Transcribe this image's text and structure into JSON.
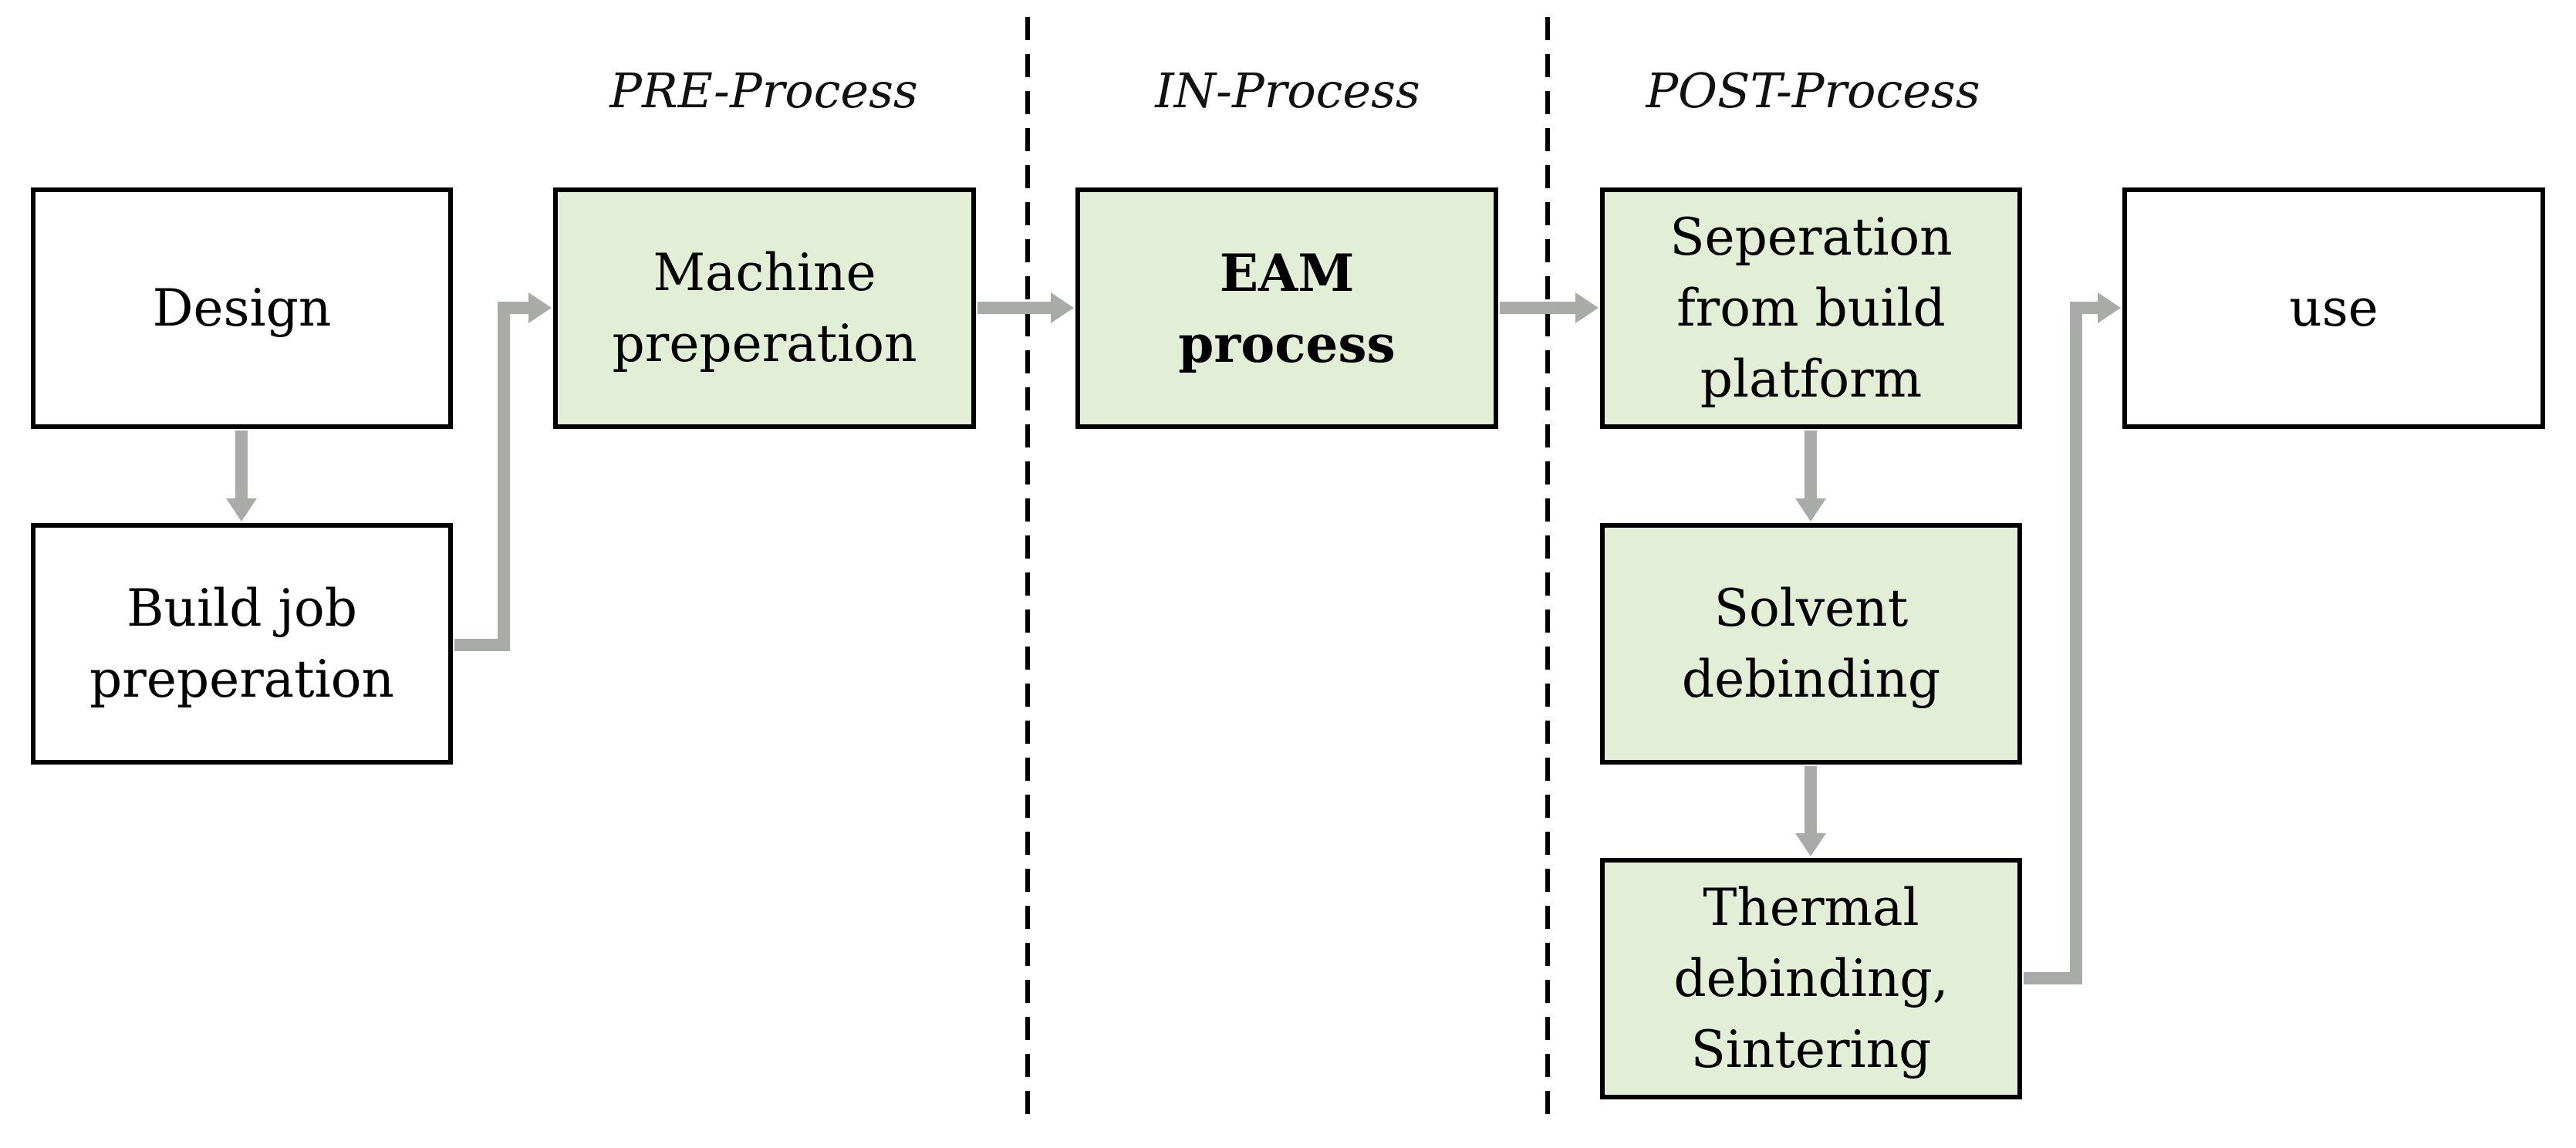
{
  "colors": {
    "border": "#000000",
    "highlight_fill": "#e2eed6",
    "plain_fill": "#ffffff",
    "connector": "#a9aba8",
    "divider": "#000000"
  },
  "phases": {
    "pre": "PRE-Process",
    "in": "IN-Process",
    "post": "POST-Process"
  },
  "nodes": {
    "design": {
      "lines": [
        "Design"
      ],
      "fill": "white"
    },
    "build_job": {
      "lines": [
        "Build job",
        "preperation"
      ],
      "fill": "white"
    },
    "machine_prep": {
      "lines": [
        "Machine",
        "preperation"
      ],
      "fill": "green"
    },
    "eam": {
      "lines": [
        "EAM",
        "process"
      ],
      "fill": "green",
      "bold": true
    },
    "separation": {
      "lines": [
        "Seperation",
        "from build",
        "platform"
      ],
      "fill": "green"
    },
    "solvent": {
      "lines": [
        "Solvent",
        "debinding"
      ],
      "fill": "green"
    },
    "thermal": {
      "lines": [
        "Thermal",
        "debinding,",
        "Sintering"
      ],
      "fill": "green"
    },
    "use": {
      "lines": [
        "use"
      ],
      "fill": "white"
    }
  },
  "edges": [
    {
      "from": "design",
      "to": "build_job"
    },
    {
      "from": "build_job",
      "to": "machine_prep"
    },
    {
      "from": "machine_prep",
      "to": "eam"
    },
    {
      "from": "eam",
      "to": "separation"
    },
    {
      "from": "separation",
      "to": "solvent"
    },
    {
      "from": "solvent",
      "to": "thermal"
    },
    {
      "from": "thermal",
      "to": "use"
    }
  ]
}
